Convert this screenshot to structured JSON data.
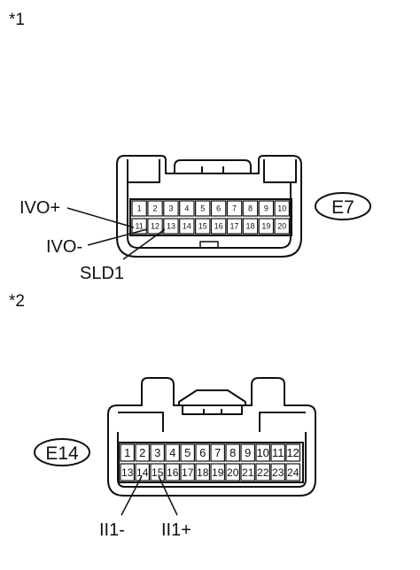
{
  "sections": [
    {
      "marker": "*1",
      "connector_id": "E7",
      "pins_row1": [
        "1",
        "2",
        "3",
        "4",
        "5",
        "6",
        "7",
        "8",
        "9",
        "10"
      ],
      "pins_row2": [
        "11",
        "12",
        "13",
        "14",
        "15",
        "16",
        "17",
        "18",
        "19",
        "20"
      ],
      "callouts": [
        "IVO+",
        "IVO-",
        "SLD1"
      ]
    },
    {
      "marker": "*2",
      "connector_id": "E14",
      "pins_row1": [
        "1",
        "2",
        "3",
        "4",
        "5",
        "6",
        "7",
        "8",
        "9",
        "10",
        "11",
        "12"
      ],
      "pins_row2": [
        "13",
        "14",
        "15",
        "16",
        "17",
        "18",
        "19",
        "20",
        "21",
        "22",
        "23",
        "24"
      ],
      "callouts": [
        "II1-",
        "II1+"
      ]
    }
  ]
}
